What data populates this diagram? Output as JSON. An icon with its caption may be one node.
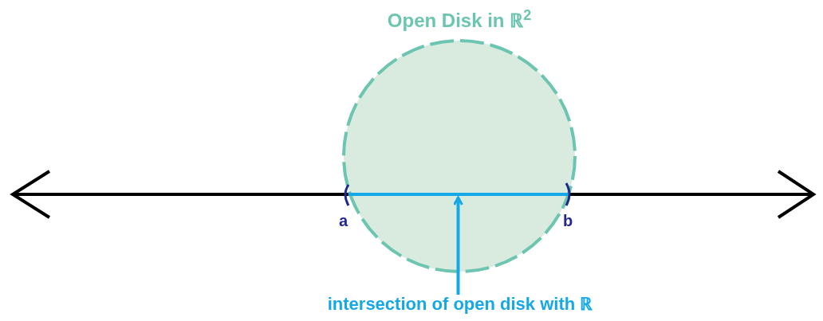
{
  "diagram": {
    "nodes": [
      {
        "text": [
          "Open Disk in ℝ$^{2}$"
        ]
      },
      {
        "text": [],
        "shape": "bar",
        "in": 0
      },
      {
        "text": [
          "intersection of open disk with ℝ"
        ]
      }
    ],
    "edges": [
      {
        "from": 2,
        "to": 1,
        "arrow": "to",
        "color": "#14a9e6"
      }
    ],
    "labels": [
      "a",
      "b"
    ]
  }
}
